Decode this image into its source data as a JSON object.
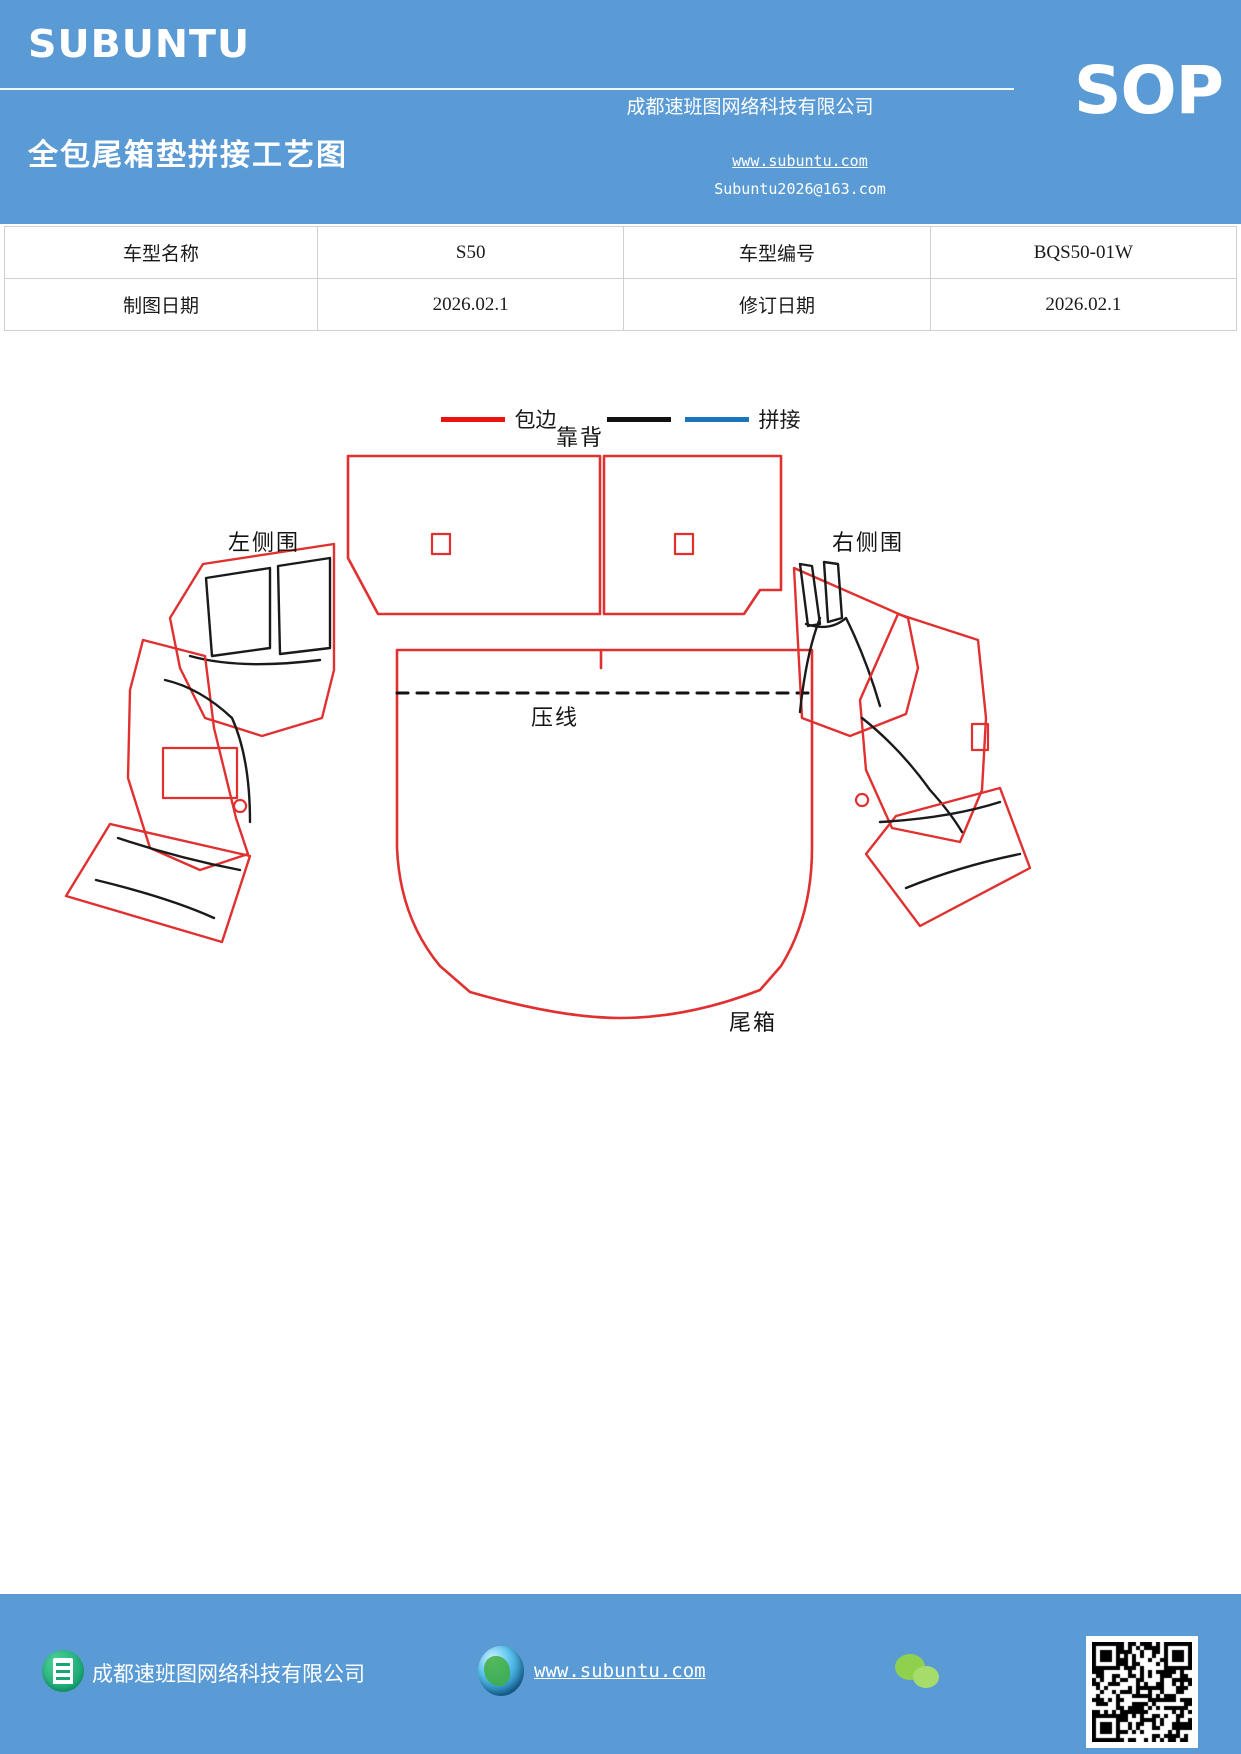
{
  "header": {
    "brand": "SUBUNTU",
    "doc_title": "全包尾箱垫拼接工艺图",
    "company": "成都速班图网络科技有限公司",
    "sop_badge": "SOP",
    "url": "www.subuntu.com",
    "email": "Subuntu2026@163.com",
    "bg_color": "#5b9bd5"
  },
  "info_table": {
    "rows": [
      {
        "k1": "车型名称",
        "v1": "S50",
        "k2": "车型编号",
        "v2": "BQS50-01W"
      },
      {
        "k1": "制图日期",
        "v1": "2026.02.1",
        "k2": "修订日期",
        "v2": "2026.02.1"
      }
    ]
  },
  "legend": {
    "items": [
      {
        "label": "包边",
        "color": "#ee1111"
      },
      {
        "label": "",
        "color": "#111111"
      },
      {
        "label": "拼接",
        "color": "#1b75bb"
      }
    ],
    "binding_label": "包边",
    "splice_label": "拼接"
  },
  "diagram": {
    "labels": {
      "backrest": "靠背",
      "left_side": "左侧围",
      "right_side": "右侧围",
      "crease": "压线",
      "trunk": "尾箱"
    },
    "colors": {
      "binding": "#e03030",
      "stitch": "#111111",
      "crease_dash": "#111111"
    }
  },
  "footer": {
    "company": "成都速班图网络科技有限公司",
    "url": "www.subuntu.com",
    "bg_color": "#5b9bd5"
  }
}
